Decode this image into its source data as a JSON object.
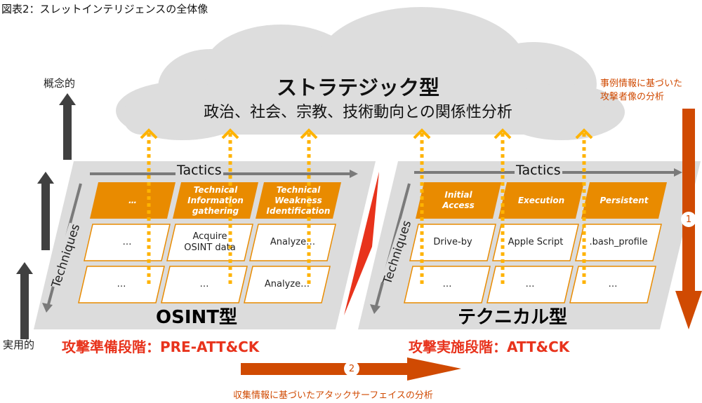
{
  "figure_title": "図表2：スレットインテリジェンスの全体像",
  "colors": {
    "orange_header": "#e98b00",
    "cell_border": "#e98b00",
    "dotted_arrow": "#ffb300",
    "panel_bg": "#dcdcdc",
    "cloud_bg": "#dddddd",
    "accent_arrow": "#d04a02",
    "stage_red": "#e8331c",
    "dark_arrow": "#404040"
  },
  "cloud": {
    "title": "ストラテジック型",
    "subtitle": "政治、社会、宗教、技術動向との関係性分析"
  },
  "axis": {
    "top_label": "概念的",
    "bottom_label": "実用的"
  },
  "right_note": {
    "line1": "事例情報に基づいた",
    "line2": "攻撃者像の分析",
    "badge": "1"
  },
  "bottom_note": {
    "text": "収集情報に基づいたアタックサーフェイスの分析",
    "badge": "2"
  },
  "panels": [
    {
      "name": "OSINT型",
      "stage": "攻撃準備段階：PRE-ATT&CK",
      "tactics_label": "Tactics",
      "techniques_label": "Techniques",
      "tactics": [
        "…",
        "Technical\nInformation\ngathering",
        "Technical\nWeakness\nIdentification"
      ],
      "techniques": [
        [
          "…",
          "Acquire\nOSINT data",
          "Analyze…"
        ],
        [
          "…",
          "…",
          "Analyze…"
        ]
      ]
    },
    {
      "name": "テクニカル型",
      "stage": "攻撃実施段階：ATT&CK",
      "tactics_label": "Tactics",
      "techniques_label": "Techniques",
      "tactics": [
        "Initial\nAccess",
        "Execution",
        "Persistent"
      ],
      "techniques": [
        [
          "Drive-by",
          "Apple Script",
          ".bash_profile"
        ],
        [
          "…",
          "…",
          "…"
        ]
      ]
    }
  ]
}
